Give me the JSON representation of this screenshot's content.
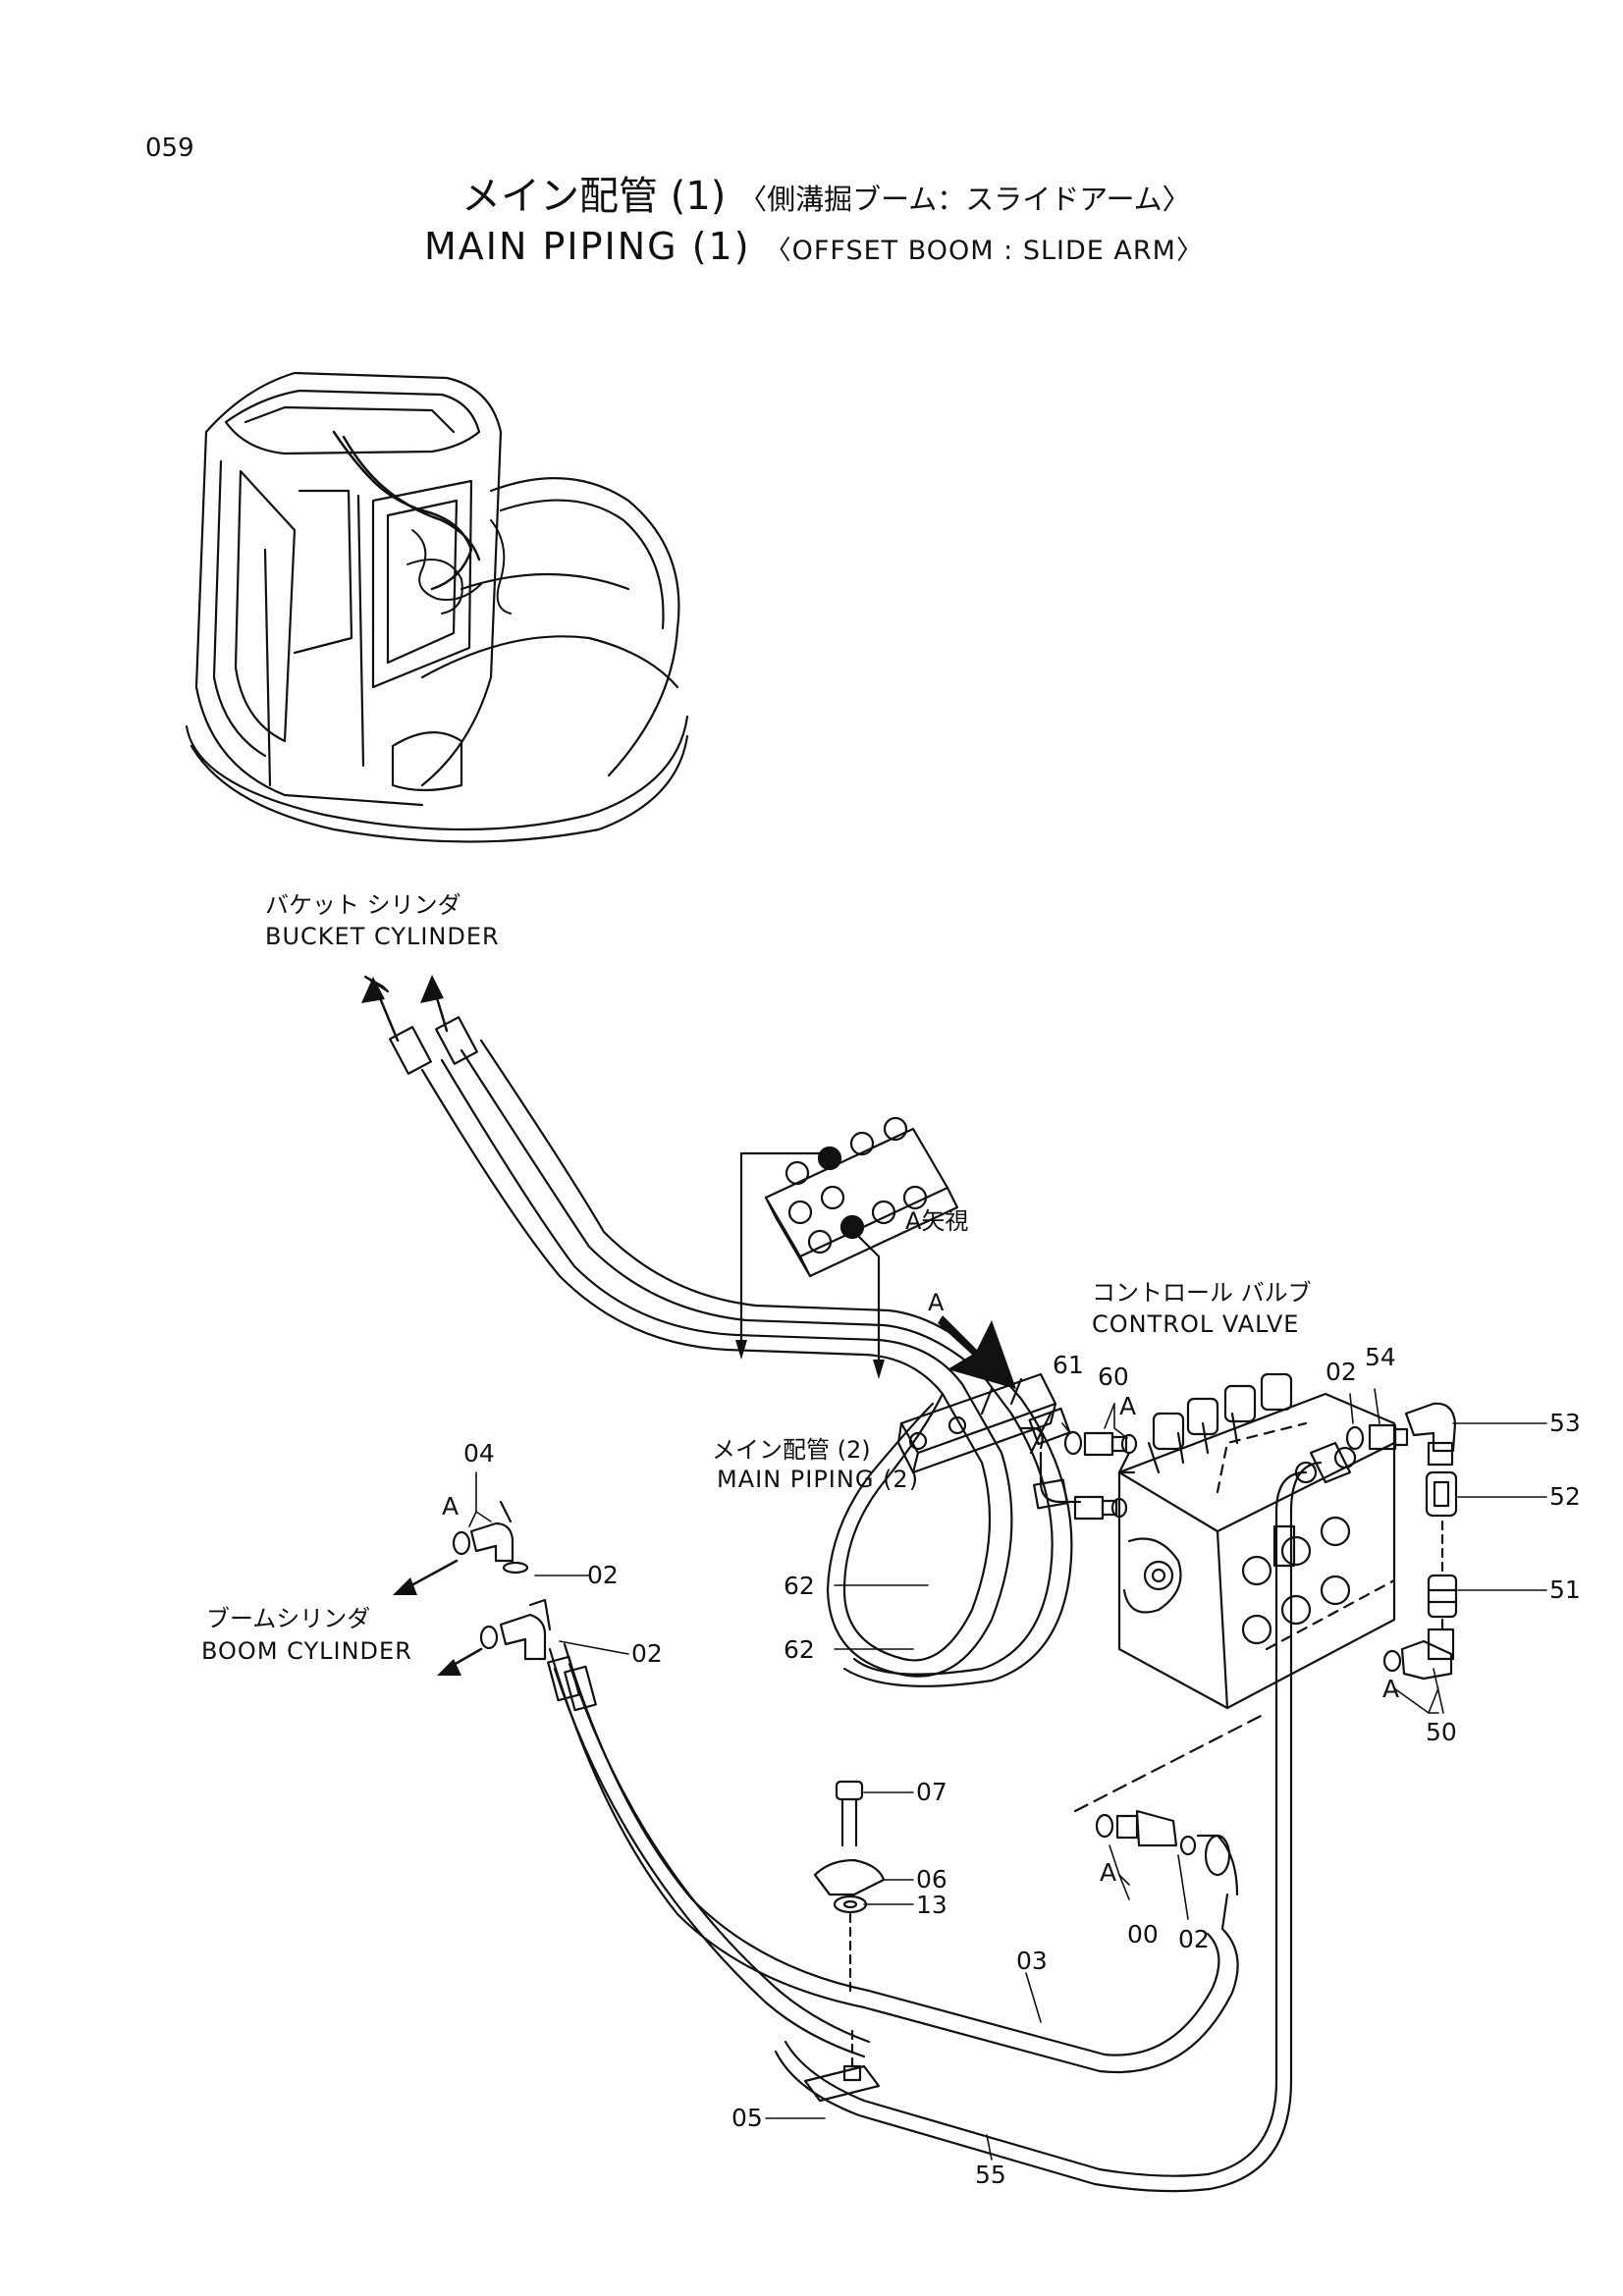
{
  "page_number": "059",
  "title": {
    "jp_main": "メイン配管",
    "jp_num": "(1)",
    "jp_sub": "〈側溝掘ブーム：スライドアーム〉",
    "en_main": "MAIN PIPING",
    "en_num": "(1)",
    "en_sub": "〈OFFSET BOOM : SLIDE ARM〉"
  },
  "labels": {
    "bucket_cylinder_jp": "バケット シリンダ",
    "bucket_cylinder_en": "BUCKET CYLINDER",
    "view_a": "A矢視",
    "arrow_a": "A",
    "control_valve_jp": "コントロール バルブ",
    "control_valve_en": "CONTROL VALVE",
    "main_piping2_jp": "メイン配管 (2)",
    "main_piping2_en": "MAIN PIPING (2)",
    "boom_cylinder_jp": "ブームシリンダ",
    "boom_cylinder_en": "BOOM CYLINDER"
  },
  "part_numbers": {
    "p04": "04",
    "p02_a": "02",
    "p02_b": "02",
    "p02_c": "02",
    "p02_d": "02",
    "p61": "61",
    "p60": "60",
    "p54": "54",
    "p53": "53",
    "p52": "52",
    "p51": "51",
    "p50": "50",
    "p62_a": "62",
    "p62_b": "62",
    "p07": "07",
    "p06": "06",
    "p13": "13",
    "p00": "00",
    "p03": "03",
    "p05": "05",
    "p55": "55",
    "a1": "A",
    "a2": "A",
    "a3": "A",
    "a4": "A",
    "a5": "A"
  }
}
